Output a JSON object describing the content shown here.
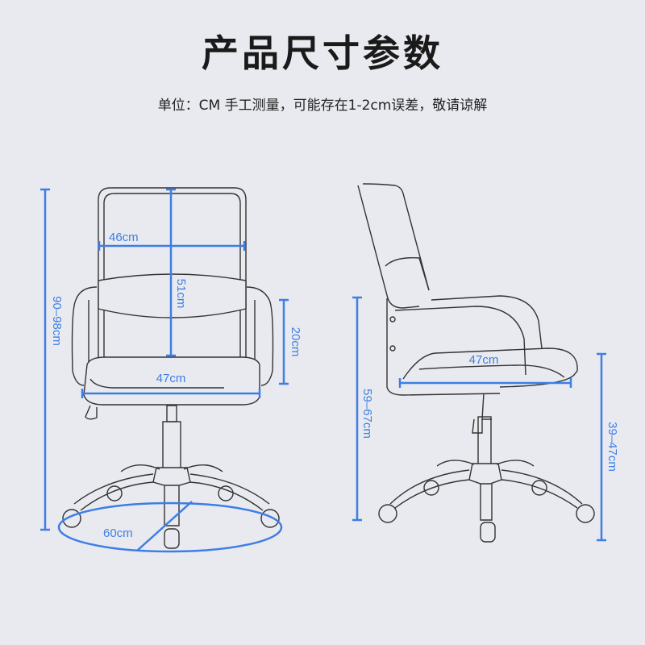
{
  "header": {
    "title": "产品尺寸参数",
    "subtitle": "单位：CM 手工测量，可能存在1-2cm误差，敬请谅解"
  },
  "colors": {
    "background": "#e9eaef",
    "dimension_line": "#3d7ee6",
    "outline": "#333333"
  },
  "front_view": {
    "dimensions": {
      "total_height": "90–98cm",
      "backrest_width": "46cm",
      "backrest_height": "51cm",
      "armrest_height": "20cm",
      "seat_width": "47cm",
      "base_diameter": "60cm"
    }
  },
  "side_view": {
    "dimensions": {
      "armrest_floor_height": "59–67cm",
      "seat_depth": "47cm",
      "seat_height": "39–47cm"
    }
  }
}
